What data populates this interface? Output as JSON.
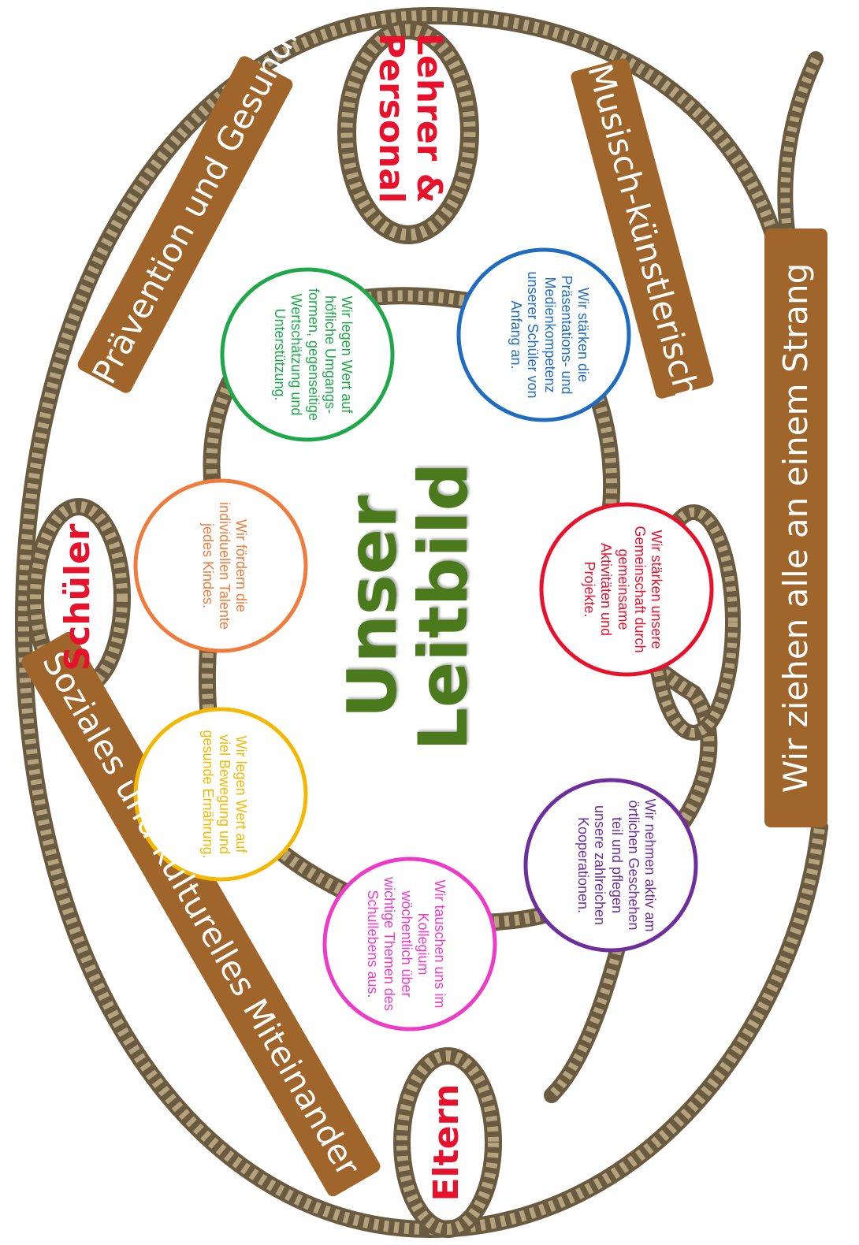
{
  "title": {
    "line1": "Unser",
    "line2": "Leitbild"
  },
  "badges": {
    "praevention": "Prävention und Gesundheit",
    "musisch": "Musisch-künstlerisch",
    "sozial": "Soziales und kulturelles Miteinander",
    "strang": "Wir ziehen alle an einem Strang"
  },
  "loops": {
    "lehrer_line1": "Lehrer &",
    "lehrer_line2": "Personal",
    "schueler": "Schüler",
    "eltern": "Eltern"
  },
  "circles": {
    "umgang": {
      "text": "Wir legen Wert auf höfliche Umgangs-formen, gegenseitige Wertschätzung und Unterstützung.",
      "color": "#1fa84a"
    },
    "medien": {
      "text": "Wir stärken die Präsentations- und Medienkompetenz unserer Schüler von Anfang an.",
      "color": "#1f6cc0"
    },
    "talente": {
      "text": "Wir fördern die individuellen Talente jedes Kindes.",
      "color": "#f07b3a"
    },
    "gemeinschaft": {
      "text": "Wir stärken unsere Gemeinschaft durch gemeinsame Aktivitäten und Projekte.",
      "color": "#e8102b"
    },
    "bewegung": {
      "text": "Wir legen Wert auf viel Bewegung und gesunde Ernährung.",
      "color": "#f5b800"
    },
    "kooperation": {
      "text": "Wir nehmen aktiv am örtlichen Geschehen teil und pflegen unsere zahlreichen Kooperationen.",
      "color": "#6e2f9c"
    },
    "kollegium": {
      "text": "Wir tauschen uns im Kollegium wöchentlich über wichtige Themen des Schullebens aus.",
      "color": "#ee3ac9"
    }
  },
  "colors": {
    "rope": "#8b7a5c",
    "rope_light": "#b5a37f",
    "badge": "#a0652a",
    "title": "#4a7a1c",
    "loop_label": "#e8102b"
  }
}
